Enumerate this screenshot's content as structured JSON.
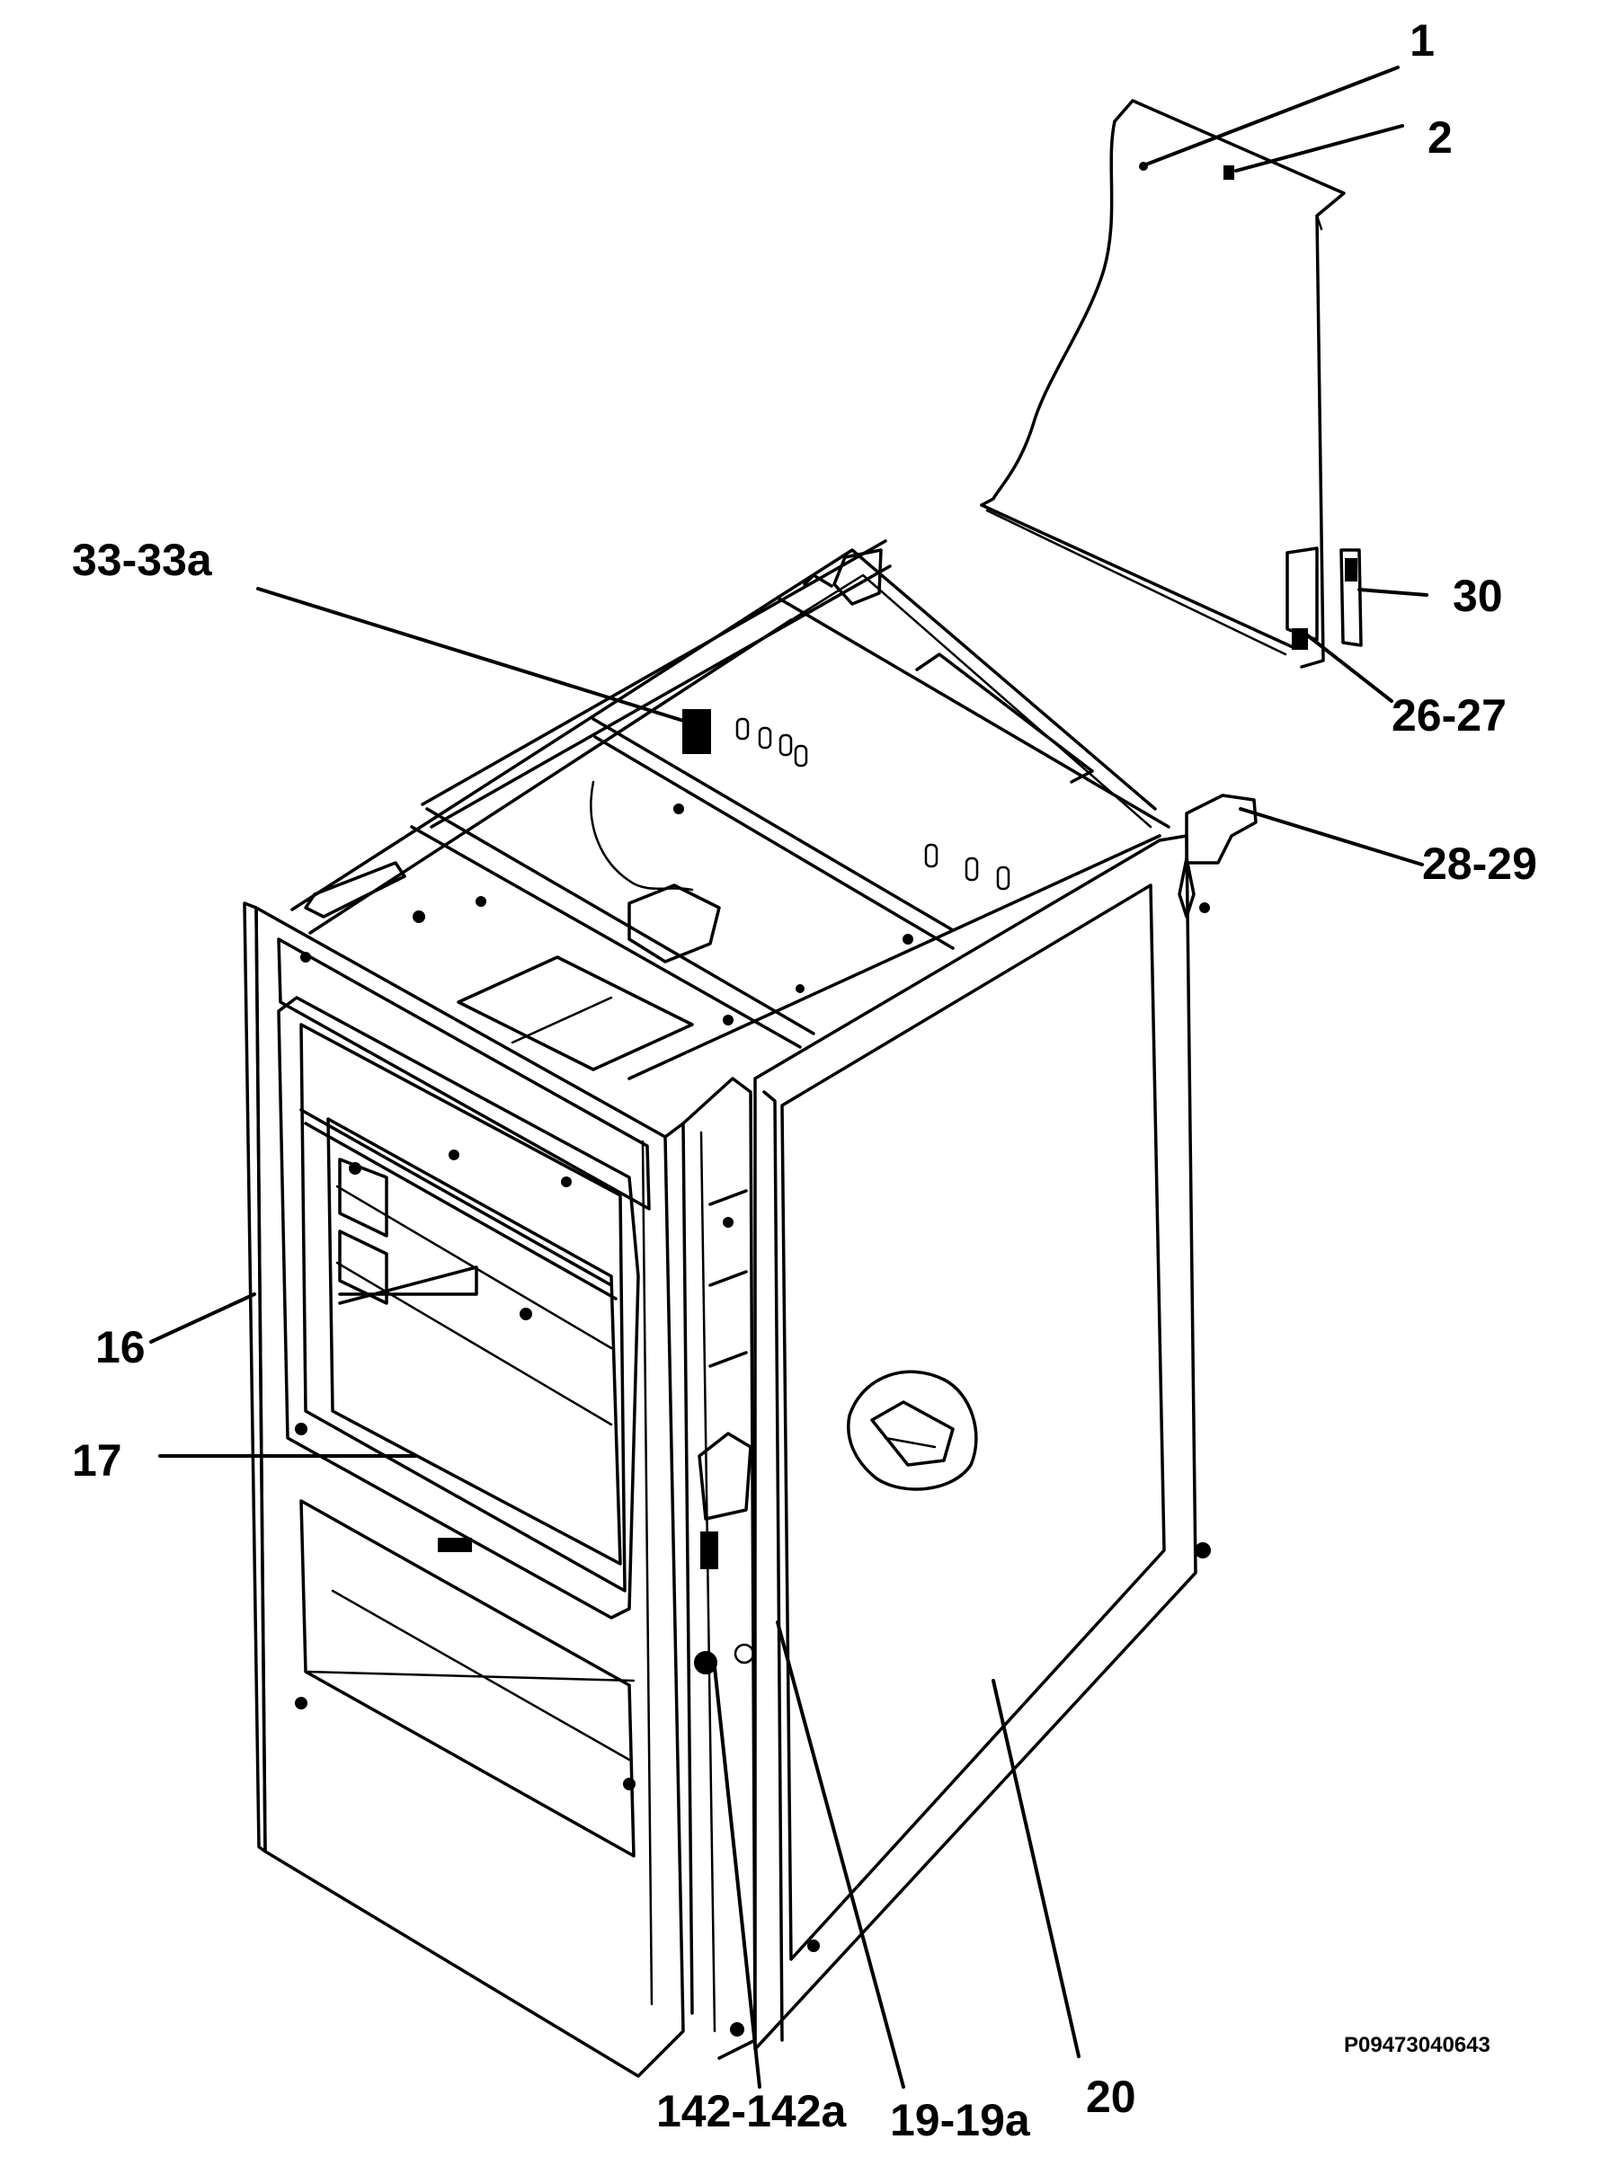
{
  "callouts": {
    "c1": "1",
    "c2": "2",
    "c30": "30",
    "c26_27": "26-27",
    "c28_29": "28-29",
    "c33_33a": "33-33a",
    "c16": "16",
    "c17": "17",
    "c142_142a": "142-142a",
    "c19_19a": "19-19a",
    "c20": "20"
  },
  "drawing_code": "P09473040643"
}
